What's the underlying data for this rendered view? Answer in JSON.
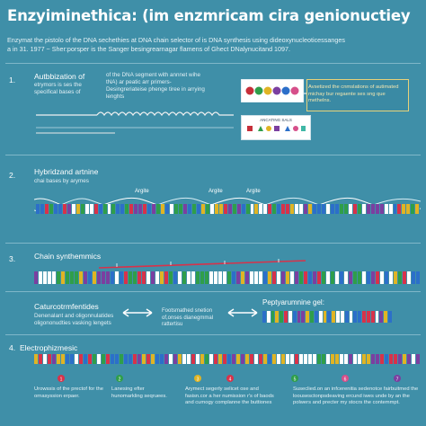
{
  "header": {
    "title": "Enzyiminethica: (im enzmricam cira genionuctiey",
    "subtitle_line1": "Enzymat the pistolo of the DNA sechethies at DNA chain selector of is DNA synthesis using dideoxynucleoticessanges",
    "subtitle_line2": "a in 31. 1977  ~ Sher:porsper is the Sanger besingrearnagar flamens of Ghect DNalynucitand 1097."
  },
  "section1": {
    "number": "1.",
    "label_line1": "Autbbization of",
    "text_a": "etrymors is ses the specifical bases of",
    "text_b": "of the DNA segment with annnet wihe tNA) ar peatic arr primers- Desingreriateise phenge tiree in arrying lenghts",
    "box_text": "Avsetized the cnmslations of autimated michay bur regaente ses sng que methelns.",
    "legend_title": "ANCATING SALS",
    "chip_colors": [
      "#c62f3a",
      "#2f9e4a",
      "#e0b424",
      "#7b3fa0",
      "#2c6fc9",
      "#d64f8a",
      "#3fb7a6",
      "#e07a24",
      "#5a5a5a"
    ]
  },
  "section2": {
    "number": "2.",
    "label": "Hybridzand artnine",
    "sub": "chai bases by arymes",
    "arg_labels": [
      "Argite",
      "Argite",
      "Argite"
    ]
  },
  "section3": {
    "number": "3.",
    "label": "Chain synthemmics"
  },
  "section4": {
    "label": "Caturcotrmfentides",
    "text": "Denenalant and oligonnulatides oligononudties vasking lengets",
    "diag_text": "Footsmathed snetion of,onses dianegmmal rattertisu",
    "gel_label": "Peptyarumnine gel:"
  },
  "section5": {
    "number": "4.",
    "label": "Electrophizmesic",
    "notes": [
      "Urowssis of the prectof for the ornasyssion erpaer.",
      "Lanesing efter hunomarkling seqruees.",
      "Arymect segerly selicet ose and fasisn.cor a her numission r's of baods and cumogy complanne the buttiones",
      "Suseclied.on an infcerenitia sedenotce fairbuitmed the loousesctonpsdeaving ercund iwes unde by an the polwers and precter my stocrs the contemmpt."
    ]
  }
}
